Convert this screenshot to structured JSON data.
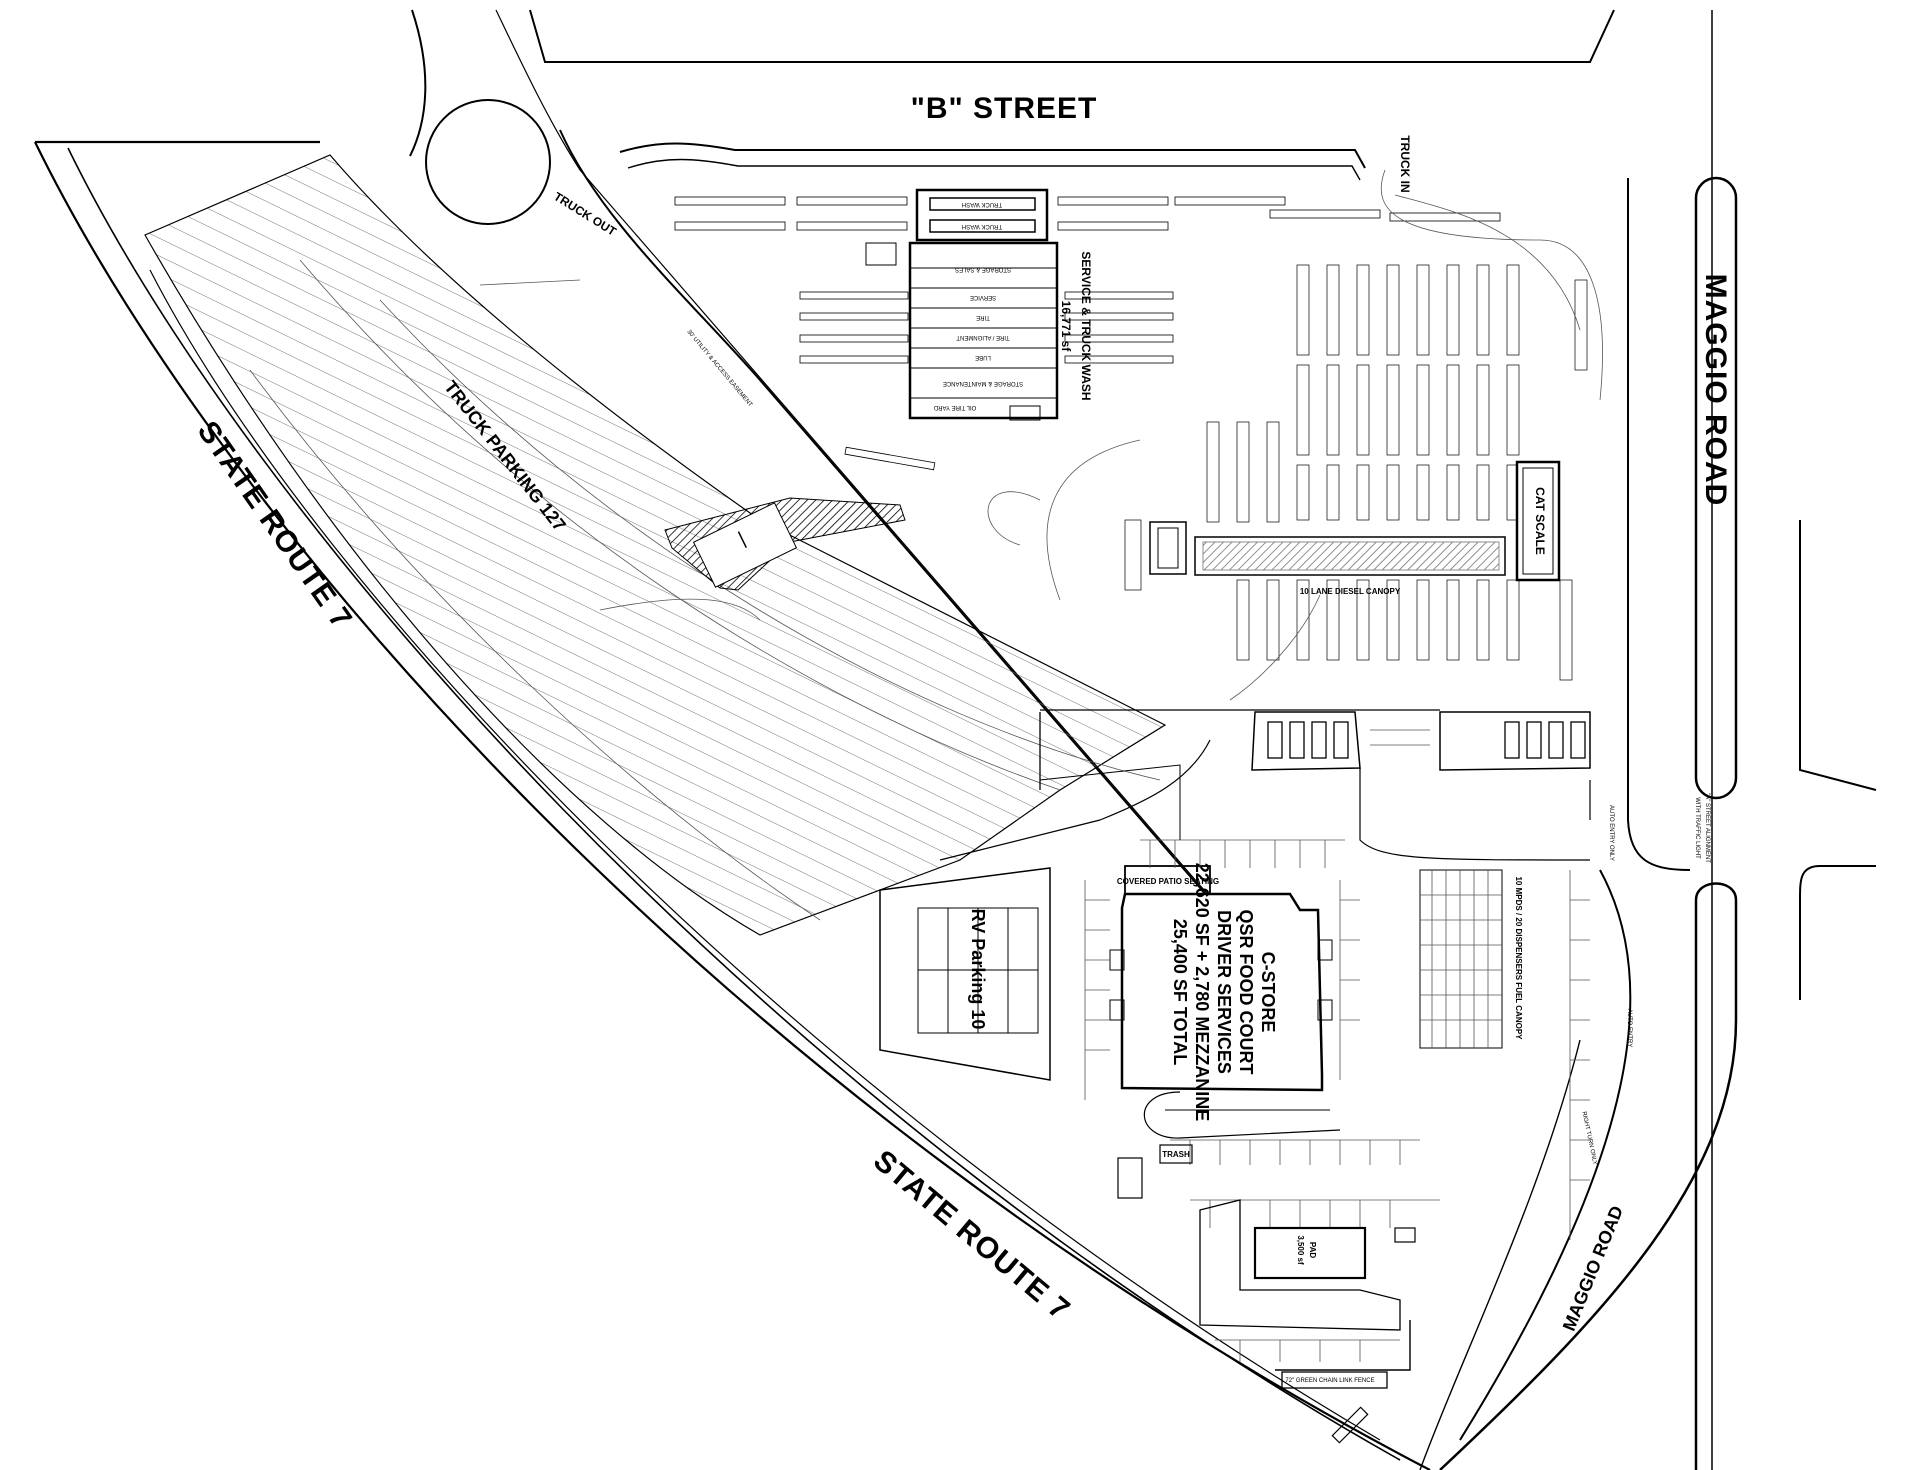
{
  "labels": {
    "b_street": "\"B\" STREET",
    "state_route_upper": "STATE ROUTE 7",
    "state_route_lower": "STATE ROUTE  7",
    "maggio_road_upper": "MAGGIO ROAD",
    "maggio_road_lower": "MAGGIO ROAD",
    "truck_in": "TRUCK IN",
    "truck_out": "TRUCK OUT",
    "truck_parking": "TRUCK PARKING 127",
    "service_building": "SERVICE & TRUCK WASH",
    "service_area": "16,771 sf",
    "truck_wash": "TRUCK WASH",
    "cat_scale": "CAT SCALE",
    "diesel_canopy": "10 LANE DIESEL CANOPY",
    "fuel_canopy": "10 MPDS / 20 DISPENSERS FUEL CANOPY",
    "rv_parking": "RV Parking 10",
    "covered_patio": "COVERED PATIO SEATING",
    "cstore_line1": "C-STORE",
    "cstore_line2": "QSR FOOD COURT",
    "cstore_line3": "DRIVER SERVICES",
    "cstore_line4": "22,620 SF + 2,780 MEZZANINE",
    "cstore_line5": "25,400 SF TOTAL",
    "pad_name": "PAD",
    "pad_area": "3,500 sf",
    "trash": "TRASH",
    "auto_entry_only": "AUTO ENTRY ONLY",
    "auto_entry": "AUTO ENTRY",
    "right_turn_only": "RIGHT TURN ONLY",
    "street_alignment_1": "\"A\" STREET ALIGNMENT",
    "street_alignment_2": "WITH TRAFFIC LIGHT",
    "fence": "72\" GREEN CHAIN LINK FENCE",
    "easement": "30' UTILITY & ACCESS EASEMENT"
  },
  "service_rooms": [
    "STORAGE & SALES",
    "SERVICE",
    "TIRE",
    "TIRE / ALIGNMENT",
    "LUBE",
    "STORAGE & MAINTENANCE",
    "OIL TIRE YARD"
  ]
}
